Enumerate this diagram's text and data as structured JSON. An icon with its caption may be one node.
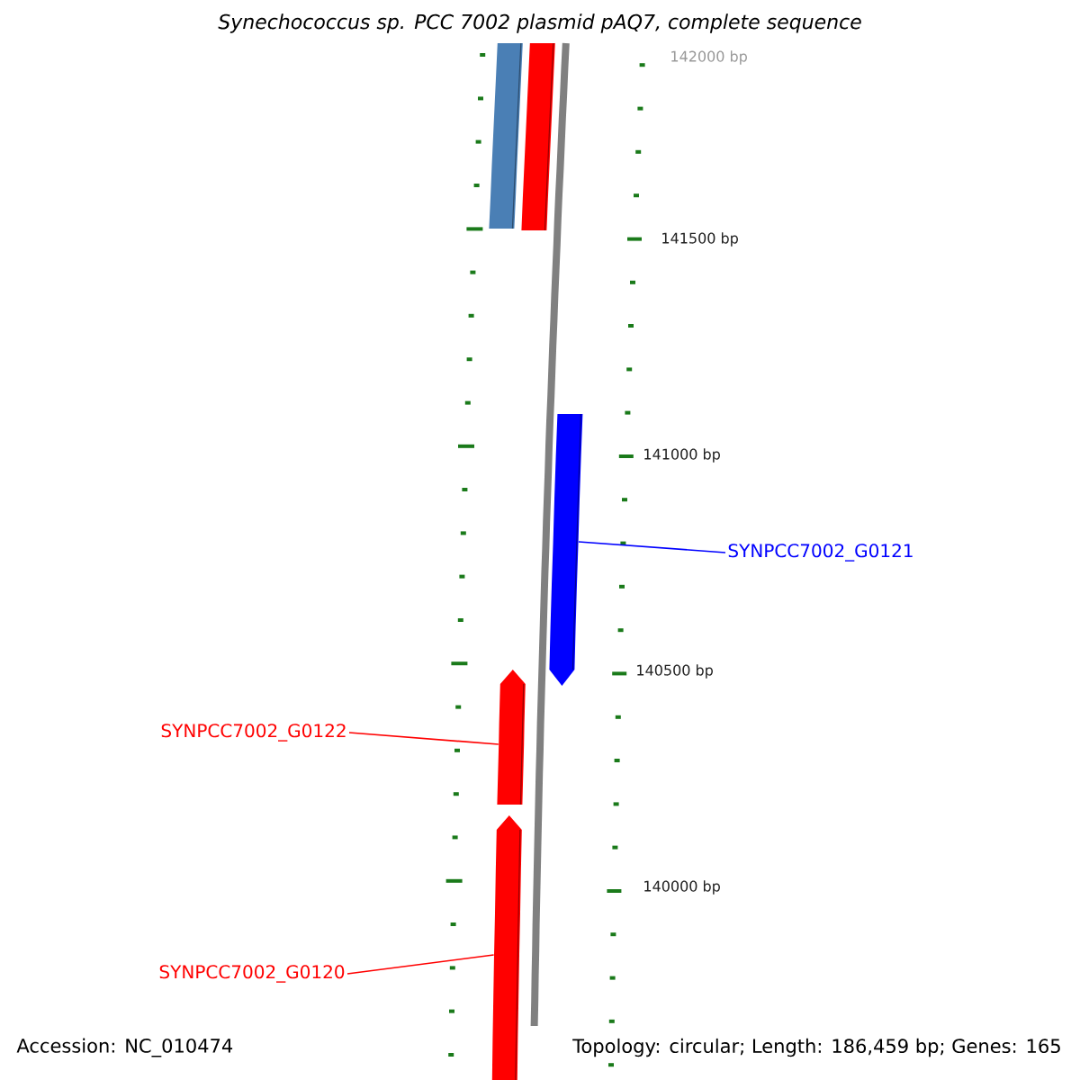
{
  "diagram": {
    "title": "Synechococcus sp. PCC 7002 plasmid pAQ7, complete sequence",
    "nodes": [
      {
        "text": [],
        "shape": "bar"
      },
      {
        "text": [],
        "shape": "bar"
      },
      {
        "text": [],
        "shape": "bar"
      },
      {
        "text": [],
        "shape": "bar"
      },
      {
        "text": [],
        "shape": "bar"
      },
      {
        "text": [
          "SYNPCC7002_G0121"
        ]
      },
      {
        "text": [
          "SYNPCC7002_G0122"
        ]
      },
      {
        "text": [
          "SYNPCC7002_G0120"
        ]
      }
    ],
    "edges": [
      {
        "from": 5,
        "to": 2,
        "arrow": "none",
        "color": "#0000ff"
      },
      {
        "from": 6,
        "to": 3,
        "arrow": "none"
      },
      {
        "from": 7,
        "to": 4,
        "arrow": "none"
      }
    ],
    "labels": [
      "142000 bp",
      "141500 bp",
      "141000 bp",
      "140500 bp",
      "140000 bp",
      "Accession: NC_010474",
      "Topology: circular; Length: 186,459 bp; Genes: 165"
    ]
  }
}
